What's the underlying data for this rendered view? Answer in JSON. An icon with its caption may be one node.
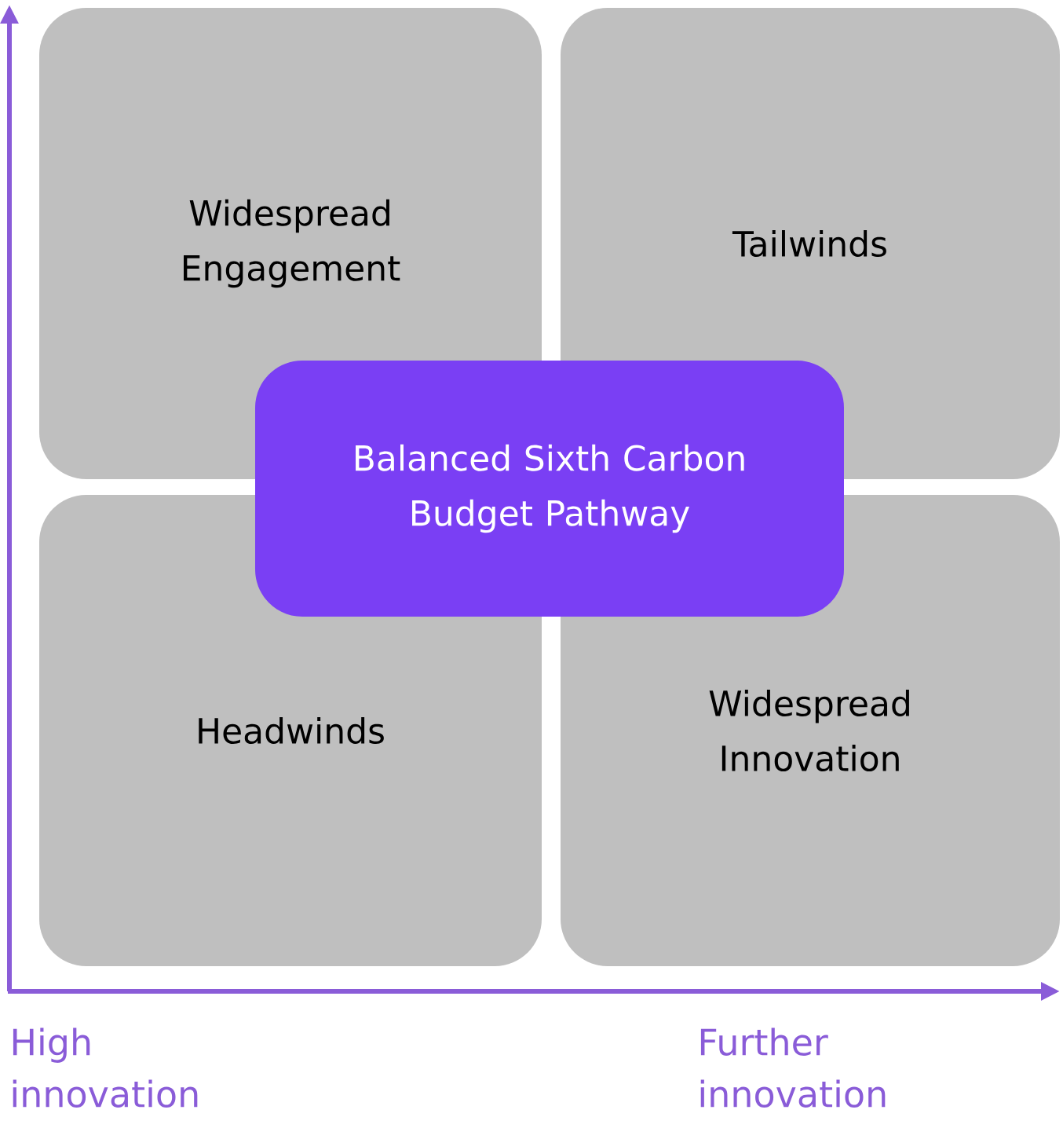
{
  "diagram": {
    "nodes": [
      {
        "text": [
          "Widespread Engagement"
        ]
      },
      {
        "text": [
          "Tailwinds"
        ]
      },
      {
        "text": [
          "Balanced Sixth Carbon Budget Pathway"
        ]
      },
      {
        "text": [
          "Headwinds"
        ]
      },
      {
        "text": [
          "Widespread Innovation"
        ]
      }
    ],
    "edges": [],
    "labels": [
      "High innovation",
      "Further innovation"
    ]
  }
}
